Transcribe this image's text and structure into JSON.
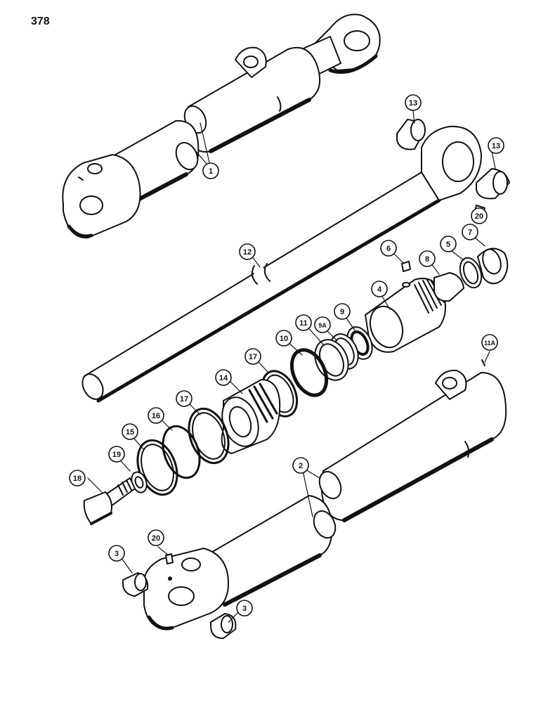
{
  "page_number": "378",
  "callouts": {
    "c1": "1",
    "c2": "2",
    "c3a": "3",
    "c3b": "3",
    "c4": "4",
    "c5": "5",
    "c6": "6",
    "c7": "7",
    "c8": "8",
    "c9": "9",
    "c9a": "9A",
    "c10": "10",
    "c11": "11",
    "c11a": "11A",
    "c12": "12",
    "c13a": "13",
    "c13b": "13",
    "c14": "14",
    "c15": "15",
    "c16": "16",
    "c17a": "17",
    "c17b": "17",
    "c18": "18",
    "c19": "19",
    "c20a": "20",
    "c20b": "20"
  },
  "colors": {
    "ink": "#111111",
    "paper": "#ffffff"
  }
}
